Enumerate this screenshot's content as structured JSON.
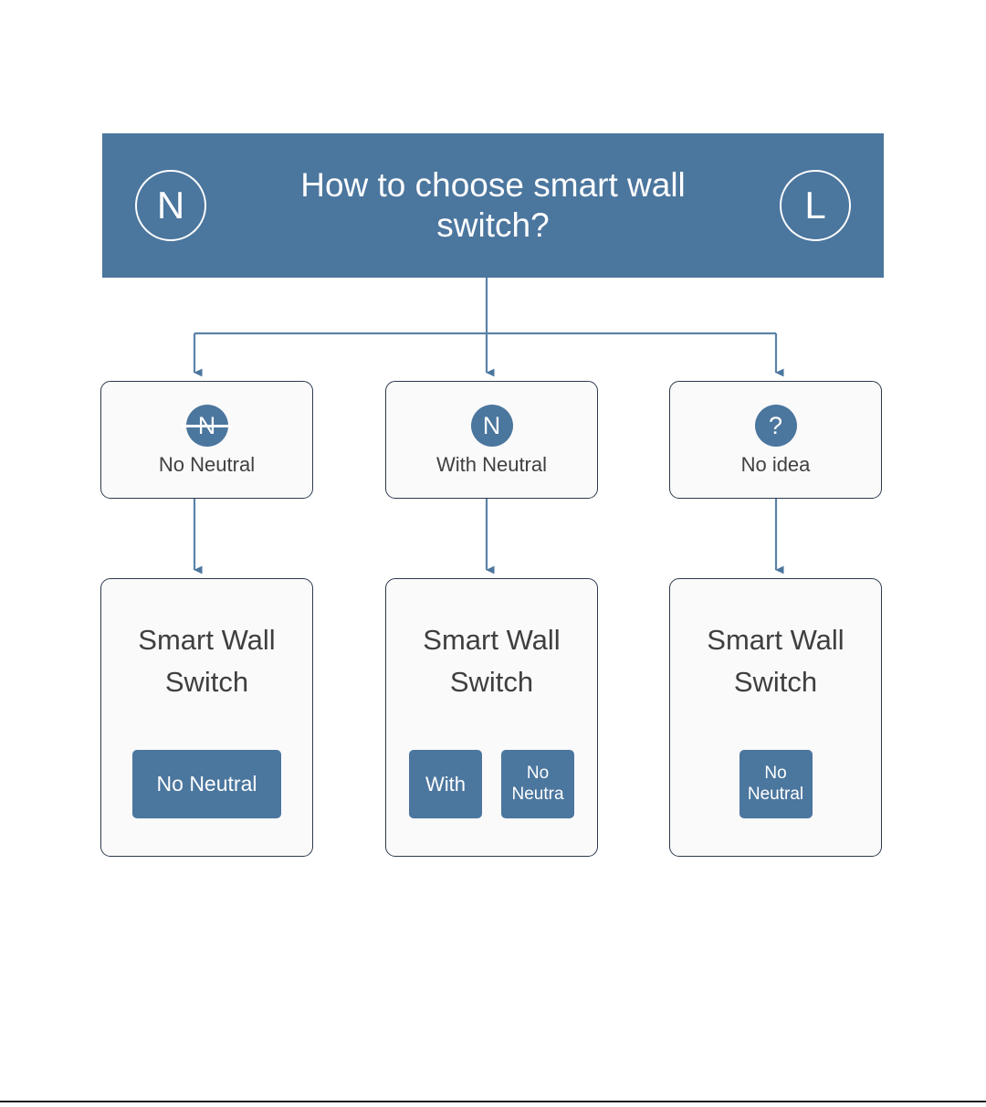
{
  "header": {
    "title": "How to choose smart wall\nswitch?",
    "left_badge": "N",
    "right_badge": "L",
    "bg_color": "#4b769e"
  },
  "theme": {
    "accent": "#4b769e",
    "box_border": "#2b3a4d",
    "box_fill": "#fbfafb",
    "connector": "#4b769e",
    "text": "#3f3f3f"
  },
  "branches": [
    {
      "id": "no-neutral",
      "badge_letter": "N",
      "badge_struck": true,
      "label": "No Neutral",
      "product": {
        "title": "Smart Wall\nSwitch",
        "tags": [
          {
            "text": "No Neutral",
            "size": "wide"
          }
        ]
      }
    },
    {
      "id": "with-neutral",
      "badge_letter": "N",
      "badge_struck": false,
      "label": "With Neutral",
      "product": {
        "title": "Smart Wall\nSwitch",
        "tags": [
          {
            "text": "With",
            "size": "med"
          },
          {
            "text": "No\nNeutra",
            "size": "small"
          }
        ]
      }
    },
    {
      "id": "no-idea",
      "badge_letter": "?",
      "badge_struck": false,
      "label": "No idea",
      "product": {
        "title": "Smart Wall\nSwitch",
        "tags": [
          {
            "text": "No\nNeutral",
            "size": "small"
          }
        ]
      }
    }
  ]
}
